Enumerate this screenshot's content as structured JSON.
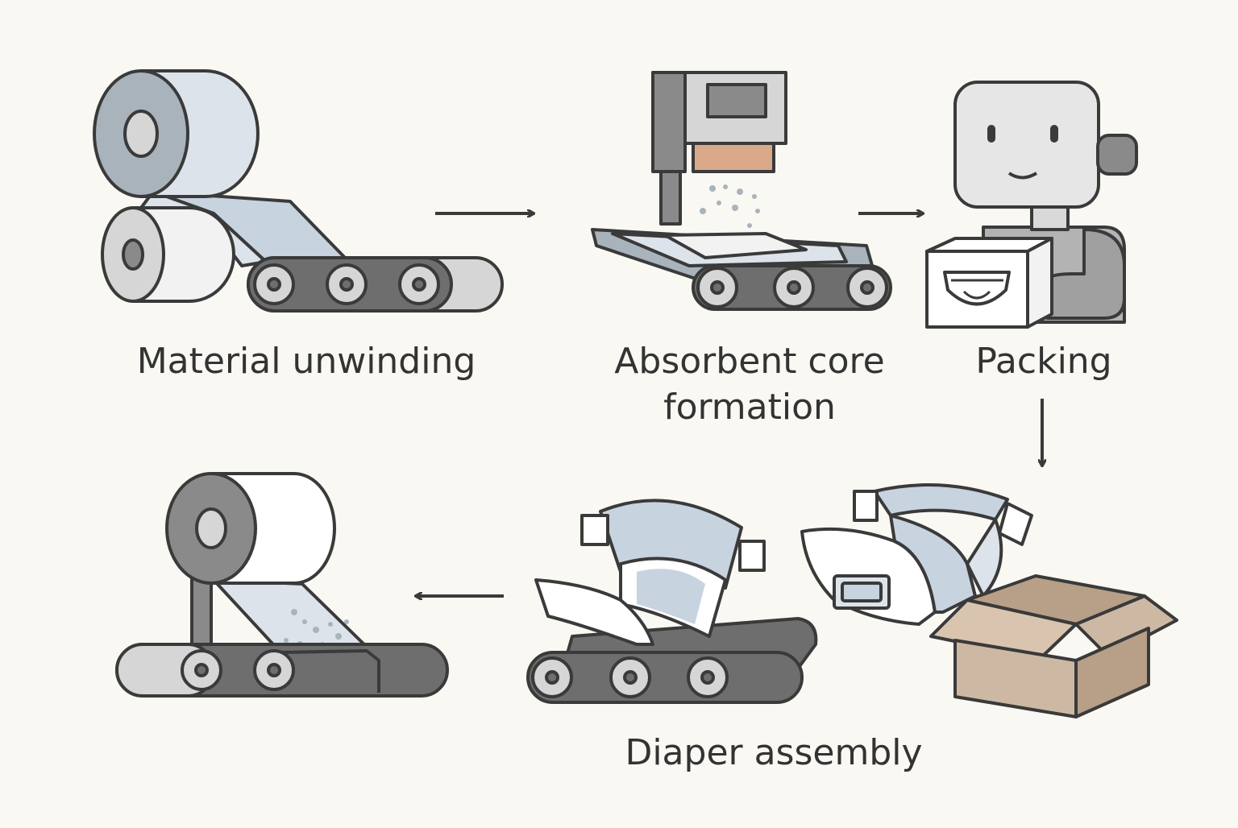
{
  "steps": {
    "unwinding": {
      "label": "Material unwinding"
    },
    "core_formation": {
      "label_line1": "Absorbent core",
      "label_line2": "formation"
    },
    "packing": {
      "label": "Packing"
    },
    "assembly": {
      "label": "Diaper assembly"
    }
  },
  "colors": {
    "background": "#FAF8F3",
    "stroke": "#3A3A3A",
    "roll_side_dark": "#A9B3BC",
    "roll_body_light": "#DDE3EA",
    "belt_dark": "#6E6E6E",
    "roller_light": "#D6D6D6",
    "machine_grey": "#8A8A8A",
    "hopper_tan": "#D9A98A",
    "cardboard": "#CDB9A3",
    "robot_grey": "#D9D9D9",
    "diaper_blue": "#C8D3E0"
  },
  "icons": {
    "unwinding": "material-rolls-conveyor-icon",
    "core": "core-forming-machine-icon",
    "packing": "packing-robot-icon",
    "assembly": "diaper-assembly-icon",
    "box": "cardboard-box-icon"
  }
}
